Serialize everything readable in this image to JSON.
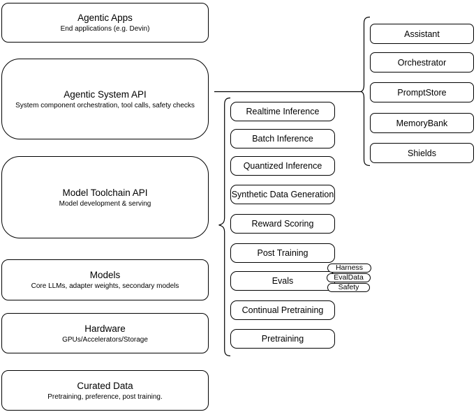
{
  "diagram": {
    "left_stack": [
      {
        "title": "Agentic Apps",
        "subtitle": "End applications (e.g. Devin)"
      },
      {
        "title": "Agentic System API",
        "subtitle": "System component orchestration, tool calls, safety checks"
      },
      {
        "title": "Model Toolchain API",
        "subtitle": "Model development & serving"
      },
      {
        "title": "Models",
        "subtitle": "Core LLMs, adapter weights, secondary models"
      },
      {
        "title": "Hardware",
        "subtitle": "GPUs/Accelerators/Storage"
      },
      {
        "title": "Curated Data",
        "subtitle": "Pretraining, preference, post training."
      }
    ],
    "toolchain_components": [
      "Realtime Inference",
      "Batch Inference",
      "Quantized Inference",
      "Synthetic Data Generation",
      "Reward Scoring",
      "Post Training",
      "Evals",
      "Continual Pretraining",
      "Pretraining"
    ],
    "eval_tags": [
      "Harness",
      "EvalData",
      "Safety"
    ],
    "system_components": [
      "Assistant",
      "Orchestrator",
      "PromptStore",
      "MemoryBank",
      "Shields"
    ],
    "colors": {
      "stroke": "#000000",
      "fill": "#ffffff",
      "text": "#000000",
      "background": "#ffffff"
    }
  }
}
